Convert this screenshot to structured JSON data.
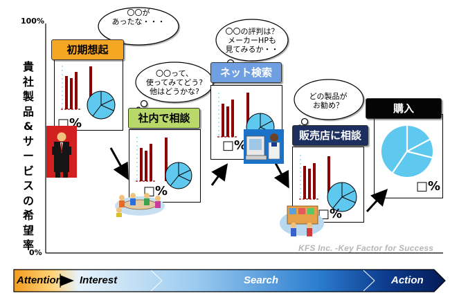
{
  "axis": {
    "top_label": "100%",
    "bottom_label": "0%",
    "title_chars": [
      "貴",
      "社",
      "製",
      "品",
      "&",
      "サ",
      "ー",
      "ビ",
      "ス",
      "の",
      "希",
      "望",
      "率"
    ]
  },
  "stages": [
    {
      "label": "初期想起",
      "bubble": "〇〇が\nあったな・・・",
      "pct": "□%"
    },
    {
      "label": "社内で相談",
      "bubble": "〇〇って、\n使ってみてどう?\n他はどうかな?",
      "pct": "□%"
    },
    {
      "label": "ネット検索",
      "bubble": "〇〇の評判は？\nメーカーHPも\n見てみるか・・",
      "pct": "□%"
    },
    {
      "label": "販売店に相談",
      "bubble": "どの製品が\nお勧め？",
      "pct": "□%"
    },
    {
      "label": "購入",
      "pct": "□%"
    }
  ],
  "footer": "KFS Inc. -Key Factor for Success",
  "phases": [
    "Attention",
    "Interest",
    "Search",
    "Action"
  ],
  "colors": {
    "stage1": "#f5a623",
    "stage2": "#b8d96a",
    "stage3": "#6f9fe0",
    "stage4": "#1c2f5e",
    "stage5": "#050505",
    "bar": "#8b0000",
    "pie": "#5ec8ee"
  }
}
